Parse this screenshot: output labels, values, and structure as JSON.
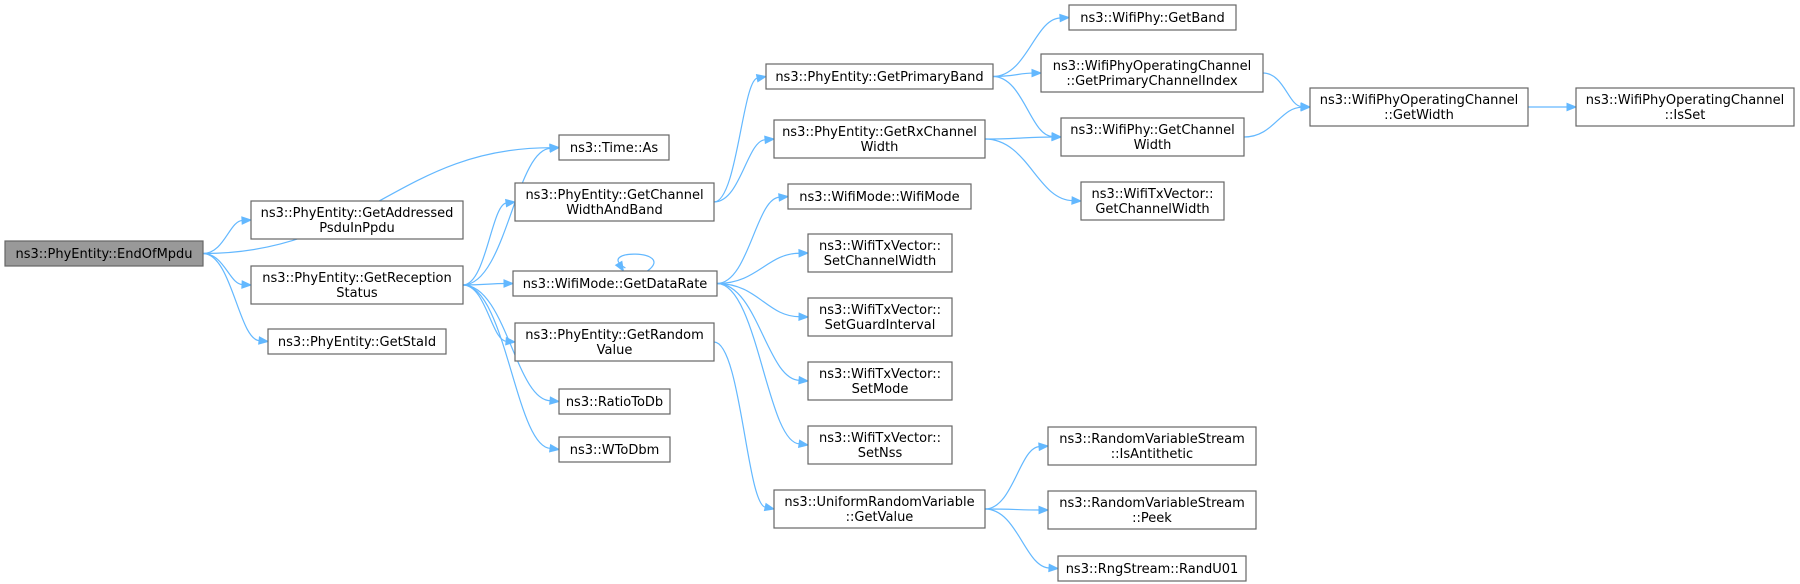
{
  "colors": {
    "edge": "#63b8ff",
    "node_border": "#666666",
    "node_fill": "#ffffff",
    "root_fill": "#999999",
    "text": "#000000"
  },
  "nodes": [
    {
      "id": "endofmpdu",
      "lines": [
        "ns3::PhyEntity::EndOfMpdu"
      ],
      "root": true
    },
    {
      "id": "time-as",
      "lines": [
        "ns3::Time::As"
      ]
    },
    {
      "id": "getaddressed",
      "lines": [
        "ns3::PhyEntity::GetAddressed",
        "PsduInPpdu"
      ]
    },
    {
      "id": "getreception",
      "lines": [
        "ns3::PhyEntity::GetReception",
        "Status"
      ]
    },
    {
      "id": "getstaid",
      "lines": [
        "ns3::PhyEntity::GetStaId"
      ]
    },
    {
      "id": "getchannelwidthandband",
      "lines": [
        "ns3::PhyEntity::GetChannel",
        "WidthAndBand"
      ]
    },
    {
      "id": "getdatarate",
      "lines": [
        "ns3::WifiMode::GetDataRate"
      ]
    },
    {
      "id": "getrandomvalue",
      "lines": [
        "ns3::PhyEntity::GetRandom",
        "Value"
      ]
    },
    {
      "id": "ratiotodb",
      "lines": [
        "ns3::RatioToDb"
      ]
    },
    {
      "id": "wtodbm",
      "lines": [
        "ns3::WToDbm"
      ]
    },
    {
      "id": "getprimaryband",
      "lines": [
        "ns3::PhyEntity::GetPrimaryBand"
      ]
    },
    {
      "id": "getrxchannelwidth",
      "lines": [
        "ns3::PhyEntity::GetRxChannel",
        "Width"
      ]
    },
    {
      "id": "wifimode",
      "lines": [
        "ns3::WifiMode::WifiMode"
      ]
    },
    {
      "id": "setchannelwidth",
      "lines": [
        "ns3::WifiTxVector::",
        "SetChannelWidth"
      ]
    },
    {
      "id": "setguardinterval",
      "lines": [
        "ns3::WifiTxVector::",
        "SetGuardInterval"
      ]
    },
    {
      "id": "setmode",
      "lines": [
        "ns3::WifiTxVector::",
        "SetMode"
      ]
    },
    {
      "id": "setnss",
      "lines": [
        "ns3::WifiTxVector::",
        "SetNss"
      ]
    },
    {
      "id": "uniformgetvalue",
      "lines": [
        "ns3::UniformRandomVariable",
        "::GetValue"
      ]
    },
    {
      "id": "getband",
      "lines": [
        "ns3::WifiPhy::GetBand"
      ]
    },
    {
      "id": "getprimarychannelindex",
      "lines": [
        "ns3::WifiPhyOperatingChannel",
        "::GetPrimaryChannelIndex"
      ]
    },
    {
      "id": "wifiphygetchannelwidth",
      "lines": [
        "ns3::WifiPhy::GetChannel",
        "Width"
      ]
    },
    {
      "id": "txvectorgetchannelwidth",
      "lines": [
        "ns3::WifiTxVector::",
        "GetChannelWidth"
      ]
    },
    {
      "id": "isantithetic",
      "lines": [
        "ns3::RandomVariableStream",
        "::IsAntithetic"
      ]
    },
    {
      "id": "peek",
      "lines": [
        "ns3::RandomVariableStream",
        "::Peek"
      ]
    },
    {
      "id": "randu01",
      "lines": [
        "ns3::RngStream::RandU01"
      ]
    },
    {
      "id": "opchgetwidth",
      "lines": [
        "ns3::WifiPhyOperatingChannel",
        "::GetWidth"
      ]
    },
    {
      "id": "isset",
      "lines": [
        "ns3::WifiPhyOperatingChannel",
        "::IsSet"
      ]
    }
  ],
  "edges": [
    {
      "from": "endofmpdu",
      "to": "time-as"
    },
    {
      "from": "endofmpdu",
      "to": "getaddressed"
    },
    {
      "from": "endofmpdu",
      "to": "getreception"
    },
    {
      "from": "endofmpdu",
      "to": "getstaid"
    },
    {
      "from": "getreception",
      "to": "time-as"
    },
    {
      "from": "getreception",
      "to": "getchannelwidthandband"
    },
    {
      "from": "getreception",
      "to": "getdatarate"
    },
    {
      "from": "getreception",
      "to": "getrandomvalue"
    },
    {
      "from": "getreception",
      "to": "ratiotodb"
    },
    {
      "from": "getreception",
      "to": "wtodbm"
    },
    {
      "from": "getchannelwidthandband",
      "to": "getprimaryband"
    },
    {
      "from": "getchannelwidthandband",
      "to": "getrxchannelwidth"
    },
    {
      "from": "getdatarate",
      "to": "getdatarate"
    },
    {
      "from": "getdatarate",
      "to": "wifimode"
    },
    {
      "from": "getdatarate",
      "to": "setchannelwidth"
    },
    {
      "from": "getdatarate",
      "to": "setguardinterval"
    },
    {
      "from": "getdatarate",
      "to": "setmode"
    },
    {
      "from": "getdatarate",
      "to": "setnss"
    },
    {
      "from": "getrandomvalue",
      "to": "uniformgetvalue"
    },
    {
      "from": "getprimaryband",
      "to": "getband"
    },
    {
      "from": "getprimaryband",
      "to": "getprimarychannelindex"
    },
    {
      "from": "getprimaryband",
      "to": "wifiphygetchannelwidth"
    },
    {
      "from": "getrxchannelwidth",
      "to": "wifiphygetchannelwidth"
    },
    {
      "from": "getrxchannelwidth",
      "to": "txvectorgetchannelwidth"
    },
    {
      "from": "uniformgetvalue",
      "to": "isantithetic"
    },
    {
      "from": "uniformgetvalue",
      "to": "peek"
    },
    {
      "from": "uniformgetvalue",
      "to": "randu01"
    },
    {
      "from": "getprimarychannelindex",
      "to": "opchgetwidth"
    },
    {
      "from": "wifiphygetchannelwidth",
      "to": "opchgetwidth"
    },
    {
      "from": "opchgetwidth",
      "to": "isset"
    }
  ]
}
